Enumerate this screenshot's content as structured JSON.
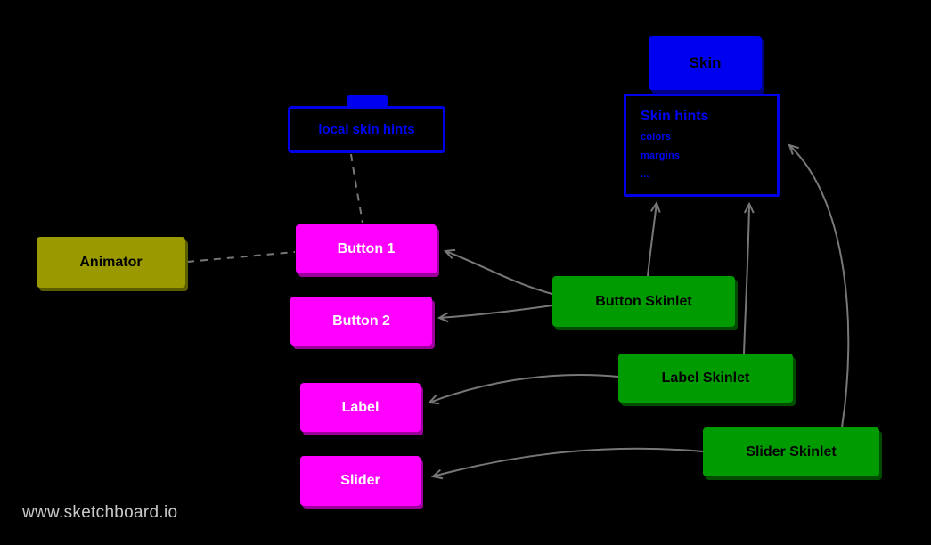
{
  "diagram": {
    "watermark": "www.sketchboard.io",
    "nodes": {
      "skin": {
        "label": "Skin"
      },
      "skin_hints": {
        "title": "Skin hints",
        "items": [
          "colors",
          "margins",
          "..."
        ]
      },
      "local_skin_hints": {
        "label": "local skin hints"
      },
      "animator": {
        "label": "Animator"
      },
      "button1": {
        "label": "Button 1"
      },
      "button2": {
        "label": "Button 2"
      },
      "label": {
        "label": "Label"
      },
      "slider": {
        "label": "Slider"
      },
      "button_skinlet": {
        "label": "Button Skinlet"
      },
      "label_skinlet": {
        "label": "Label Skinlet"
      },
      "slider_skinlet": {
        "label": "Slider Skinlet"
      }
    },
    "colors": {
      "background": "#000000",
      "blue": "#0000f0",
      "magenta": "#ff00ff",
      "green": "#009b00",
      "olive": "#9a9a00",
      "connector": "#777777"
    }
  }
}
